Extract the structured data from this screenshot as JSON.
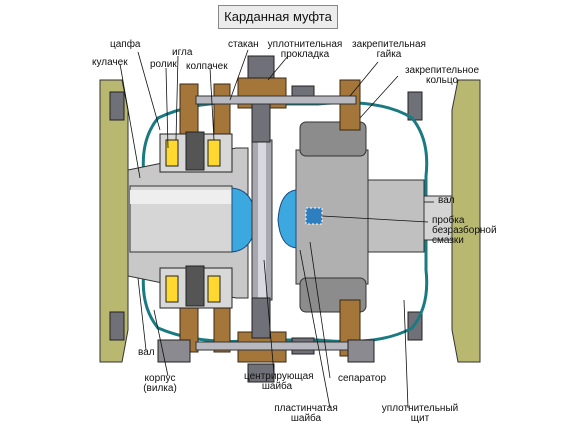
{
  "title": "Карданная муфта",
  "labels": {
    "cup": "цапфа",
    "fist": "кулачек",
    "needle": "игла",
    "roller": "ролик",
    "ring": "колпачек",
    "glass": "стакан",
    "seal_gasket": "уплотнительная прокладка",
    "lock_nut": "закрепительная гайка",
    "lock_ring": "закрепительное кольцо",
    "shaft_right": "вал",
    "plug": "пробка безразборной смазки",
    "shaft_left": "вал",
    "housing": "корпус (вилка)",
    "centering_washer": "центрирующая шайба",
    "separator": "сепаратор",
    "plate_washer": "пластинчатая шайба",
    "seal_shield": "уплотнительный щит"
  }
}
